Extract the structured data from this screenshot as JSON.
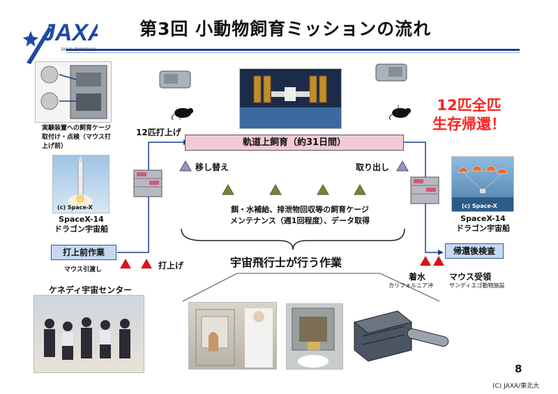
{
  "header": {
    "title": "第3回 小動物飼育ミッションの流れ",
    "logo_text": "JAXA",
    "logo_sub": "Japan Aerospace"
  },
  "left": {
    "cage_caption": [
      "実験装置への飼育ケージ",
      "取付け・点検（マウス打",
      "上げ前）"
    ],
    "launch_photo_credit": "(c) Space-X",
    "launch_vehicle": [
      "SpaceX-14",
      "ドラゴン宇宙船"
    ],
    "prelaunch_box": "打上前作業",
    "mouse_handover": "マウス引渡し",
    "launch_label": "打上げ",
    "kennedy": "ケネディ宇宙センター"
  },
  "flow": {
    "launch_count": "12匹打上げ",
    "orbit_box": "軌道上飼育（約31日間）",
    "transfer": "移し替え",
    "retrieve": "取り出し",
    "maintenance": [
      "餌・水補給、排泄物回収等の飼育ケージ",
      "メンテナンス（週1回程度）、データ取得"
    ],
    "astronaut_work": "宇宙飛行士が行う作業"
  },
  "right": {
    "result": [
      "12匹全匹",
      "生存帰還！"
    ],
    "return_photo_credit": "(c) Space-X",
    "return_vehicle": [
      "SpaceX-14",
      "ドラゴン宇宙船"
    ],
    "post_box": "帰還後検査",
    "splashdown": "着水",
    "splashdown_place": "カリフォルニア沖",
    "receive": "マウス受領",
    "receive_place": "サンディエゴ動物施設"
  },
  "footer": {
    "page_number": "8",
    "credit": "(C) JAXA/東北大"
  },
  "colors": {
    "accent_blue": "#1a3f8a",
    "orbit_fill": "#f4c9d6",
    "box_blue": "#c5d9f1",
    "result_red": "#ff2020",
    "tri_green": "#6b8e23",
    "tri_purple": "#9b8fc9",
    "tri_red": "#d8141b"
  }
}
